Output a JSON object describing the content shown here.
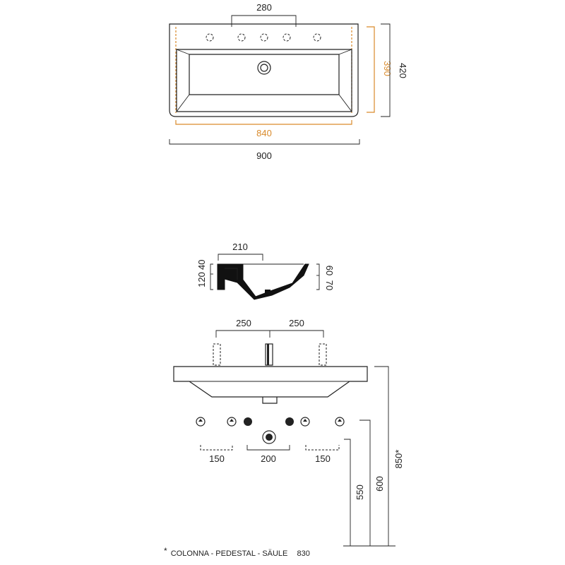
{
  "colors": {
    "line": "#222222",
    "accent": "#d98a2b"
  },
  "top_view": {
    "dim_tap_spacing": "280",
    "dim_inner_depth": "390",
    "dim_outer_depth": "420",
    "dim_inner_width": "840",
    "dim_outer_width": "900"
  },
  "section_view": {
    "dim_top_width": "210",
    "dim_left_heights": [
      "120",
      "40"
    ],
    "dim_right_heights": [
      "70",
      "60"
    ]
  },
  "front_view": {
    "dim_tap_left": "250",
    "dim_tap_right": "250",
    "dim_bottom_left": "150",
    "dim_bottom_center": "200",
    "dim_bottom_right": "150",
    "dim_height_550": "550",
    "dim_height_600": "600",
    "dim_height_850": "850*"
  },
  "footnote": {
    "star": "*",
    "text": "COLONNA - PEDESTAL - SÄULE",
    "code": "830"
  }
}
